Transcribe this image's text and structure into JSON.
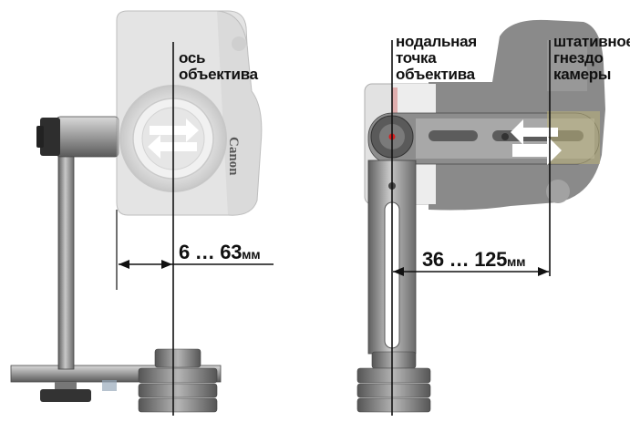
{
  "left_view": {
    "axis_label_line1": "ось",
    "axis_label_line2": "объектива",
    "dimension_value": "6 … 63",
    "dimension_unit": "мм",
    "camera_brand": "Canon"
  },
  "right_view": {
    "nodal_label_line1": "нодальная",
    "nodal_label_line2": "точка",
    "nodal_label_line3": "объектива",
    "socket_label_line1": "штативное",
    "socket_label_line2": "гнездо",
    "socket_label_line3": "камеры",
    "dimension_value": "36 … 125",
    "dimension_unit": "мм"
  },
  "colors": {
    "metal_dark": "#6e6e6e",
    "metal_mid": "#9a9a9a",
    "metal_light": "#cfcfcf",
    "camera_ghost": "#c9c9c9",
    "label_text": "#111111",
    "nodal_point": "#d62020"
  },
  "icons": [
    "swap-arrows-icon",
    "swap-arrows-icon"
  ]
}
